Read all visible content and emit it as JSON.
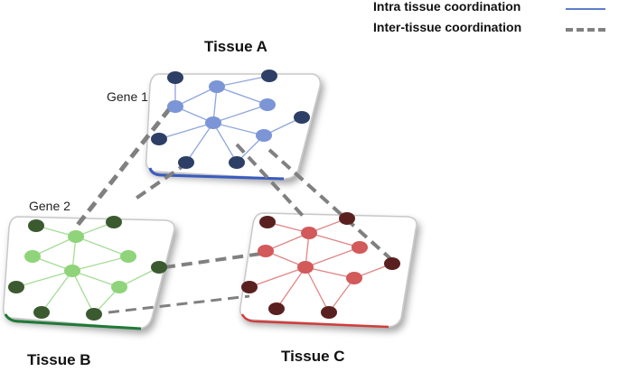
{
  "legend": {
    "intra_label": "Intra tissue coordination",
    "inter_label": "Inter-tissue coordination",
    "intra_color": "#5b7fc8",
    "inter_color": "#808080"
  },
  "tissues": {
    "a": {
      "title": "Tissue A",
      "edge_color": "#3a5bbf",
      "node_light": "#7b95d6",
      "node_dark": "#2d3f66",
      "line_color": "#8fa6dc"
    },
    "b": {
      "title": "Tissue B",
      "edge_color": "#1e7a36",
      "node_light": "#8fd47a",
      "node_dark": "#3b5a30",
      "line_color": "#a6dc96"
    },
    "c": {
      "title": "Tissue C",
      "edge_color": "#d23c3c",
      "node_light": "#d25a5a",
      "node_dark": "#5a2020",
      "line_color": "#e08585"
    }
  },
  "genes": {
    "gene1": "Gene 1",
    "gene2": "Gene 2"
  }
}
